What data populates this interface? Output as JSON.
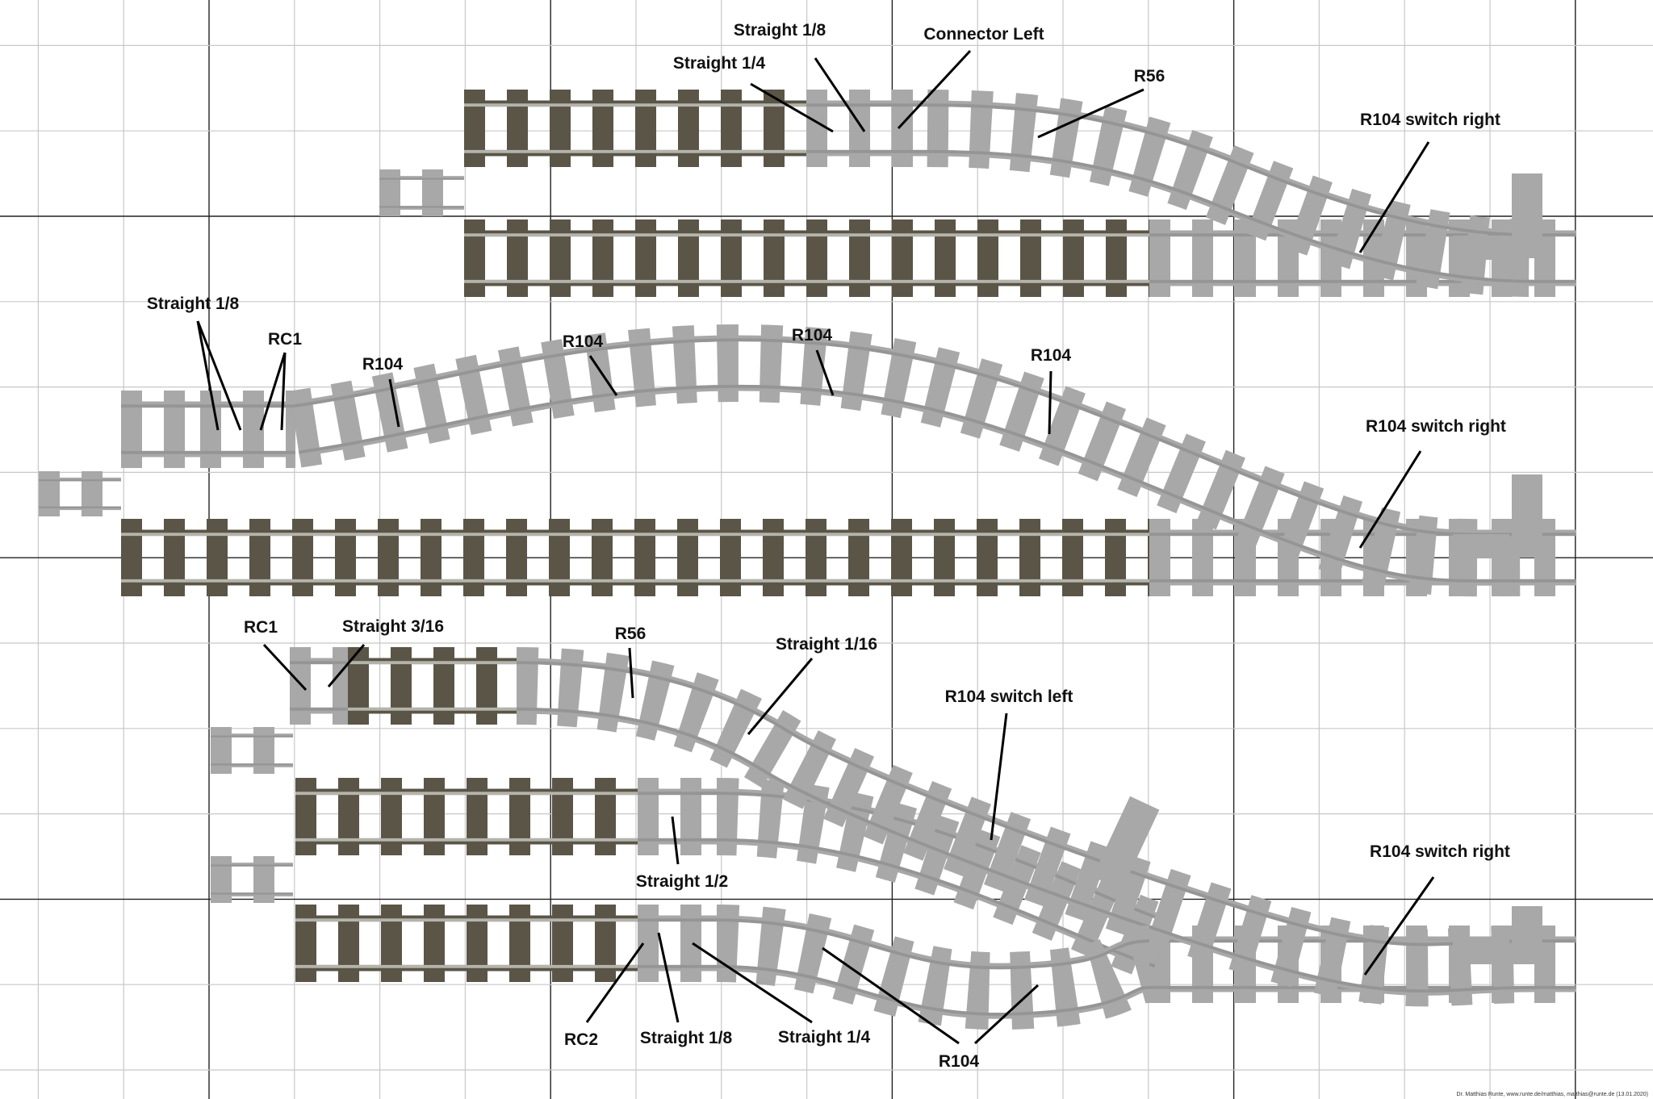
{
  "colors": {
    "dark_sleeper": "#5a5547",
    "light_sleeper": "#a8a8a8",
    "dark_rail": "#b4b4ac",
    "light_rail": "#959595",
    "grid_minor": "#c8c8c8",
    "grid_major": "#222222",
    "leader": "#000000"
  },
  "labels": [
    {
      "text": "Straight 1/8"
    },
    {
      "text": "Straight 1/4"
    },
    {
      "text": "Connector Left"
    },
    {
      "text": "R56"
    },
    {
      "text": "R104 switch right"
    },
    {
      "text": "Straight 1/8"
    },
    {
      "text": "RC1"
    },
    {
      "text": "R104"
    },
    {
      "text": "R104"
    },
    {
      "text": "R104"
    },
    {
      "text": "R104"
    },
    {
      "text": "R104 switch right"
    },
    {
      "text": "RC1"
    },
    {
      "text": "Straight 3/16"
    },
    {
      "text": "R56"
    },
    {
      "text": "Straight 1/16"
    },
    {
      "text": "R104 switch left"
    },
    {
      "text": "Straight 1/2"
    },
    {
      "text": "R104 switch right"
    },
    {
      "text": "RC2"
    },
    {
      "text": "Straight 1/8"
    },
    {
      "text": "Straight 1/4"
    },
    {
      "text": "R104"
    }
  ],
  "credit": "Dr. Matthias Runte, www.runte.de/matthias, matthias@runte.de (13.01.2020)"
}
